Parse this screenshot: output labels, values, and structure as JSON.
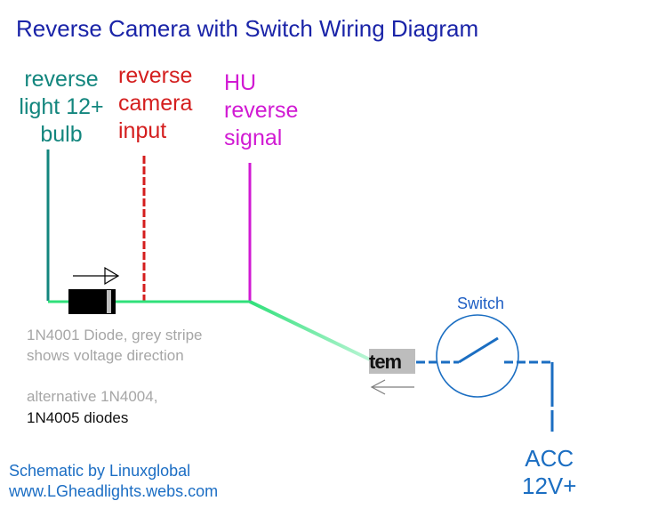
{
  "title": "Reverse Camera with Switch Wiring Diagram",
  "labels": {
    "reverse_light": [
      "reverse",
      "light 12+",
      "bulb"
    ],
    "reverse_camera": [
      "reverse",
      "camera",
      "input"
    ],
    "hu_signal": [
      "HU",
      "reverse",
      "signal"
    ],
    "switch": "Switch",
    "acc": [
      "ACC",
      "12V+"
    ]
  },
  "notes": {
    "diode": [
      "1N4001 Diode, grey stripe",
      "shows voltage direction"
    ],
    "alternative": [
      "alternative 1N4004,",
      "1N4005 diodes"
    ]
  },
  "credit": [
    "Schematic by Linuxglobal",
    "www.LGheadlights.webs.com"
  ],
  "badge_text": "tem",
  "colors": {
    "title": "#1a24a8",
    "reverse_light_wire": "#13867e",
    "reverse_camera_wire": "#d41e1e",
    "hu_wire": "#d11ad3",
    "main_wire": "#2fe07a",
    "switch_wire": "#1b6ec2"
  }
}
